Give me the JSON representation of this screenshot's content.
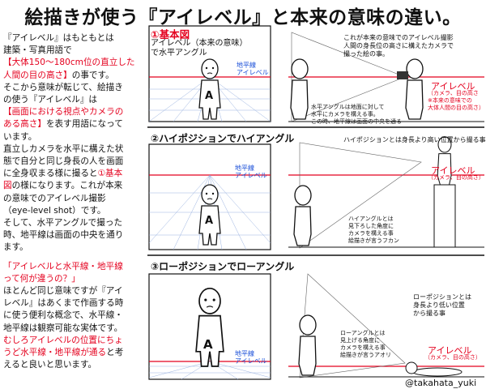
{
  "title": "絵描きが使う『アイレベル』と本来の意味の違い。",
  "left_text": {
    "p1": [
      "『アイレベル』はもともとは",
      "建築・写真用語で"
    ],
    "p1_red": [
      "【大体150〜180cm位の直立した",
      "人間の目の高さ】"
    ],
    "p1_tail": "の事です。",
    "p2": [
      "そこから意味が転じて、絵描き",
      "の使う『アイレベル』は"
    ],
    "p2_red": [
      "【画面における視点やカメラの",
      "ある高さ】"
    ],
    "p2_tail": [
      "を表す用語になって",
      "います。"
    ],
    "p3": [
      "直立しカメラを水平に構えた状",
      "態で自分と同じ身長の人を画面",
      "に全身収まる様に撮ると"
    ],
    "p3_red": [
      "①基本",
      "図"
    ],
    "p3_tail": [
      "の様になります。これが本来",
      "の意味でのアイレベル撮影",
      "（eye-level shot）です。",
      "そして、水平アングルで撮った",
      "時、地平線は画面の中央を通り",
      "ます。"
    ],
    "p4_red": [
      "「アイレベルと水平線・地平線",
      "って何が違うの？」"
    ],
    "p4": [
      "ほとんど同じ意味ですが『アイ",
      "レベル』はあくまで作画する時",
      "に使う便利な概念で、水平線・",
      "地平線は観察可能な実体です。"
    ],
    "p5_red": [
      "むしろアイレベルの位置にちょ",
      "うど水平線・地平線が通る"
    ],
    "p5_tail": [
      "と考",
      "えると良いと思います。"
    ]
  },
  "panel1": {
    "heading": "①基本図",
    "sub1": "アイレベル（本来の意味）",
    "sub2": "で水平アングル",
    "horizon": [
      "地平線",
      "アイレベル"
    ],
    "note_top": [
      "これが本来の意味でのアイレベル撮影",
      "人間の身長位の高さに構えたカメラで",
      "撮った絵の事。"
    ],
    "eye_level": "アイレベル",
    "eye_sub": "（カメラ、目の高さ",
    "eye_sub2": "※本来の意味での",
    "eye_sub3": "大体人間の目の高さ）",
    "note_bottom": [
      "水平アングルは地面に対して",
      "水平にカメラを構える事。",
      "この時、地平線は画面の中央を通る"
    ]
  },
  "panel2": {
    "heading": "②ハイポジションでハイアングル",
    "horizon": [
      "地平線",
      "アイレベル"
    ],
    "note_top": "ハイポジションとは身長より高い位置から撮る事",
    "eye_level": "アイレベル",
    "eye_sub": "（カメラ、目の高さ）",
    "note_bottom": [
      "ハイアングルとは",
      "見下ろした角度に",
      "カメラを構える事",
      "絵描きが言うフカン"
    ]
  },
  "panel3": {
    "heading": "③ローポジションでローアングル",
    "horizon": [
      "地平線",
      "アイレベル"
    ],
    "note_right": [
      "ローポジションとは",
      "身長より低い位置",
      "から撮る事"
    ],
    "note_mid": [
      "ローアングルとは",
      "見上げる角度に",
      "カメラを構える事",
      "絵描きが言うアオリ"
    ],
    "eye_level": "アイレベル",
    "eye_sub": "（カメラ、目の高さ）"
  },
  "credit": "@takahata_yuki",
  "figure_letter": "A",
  "colors": {
    "red": "#e4001e",
    "blue": "#1a4fd8",
    "ink": "#111111"
  }
}
